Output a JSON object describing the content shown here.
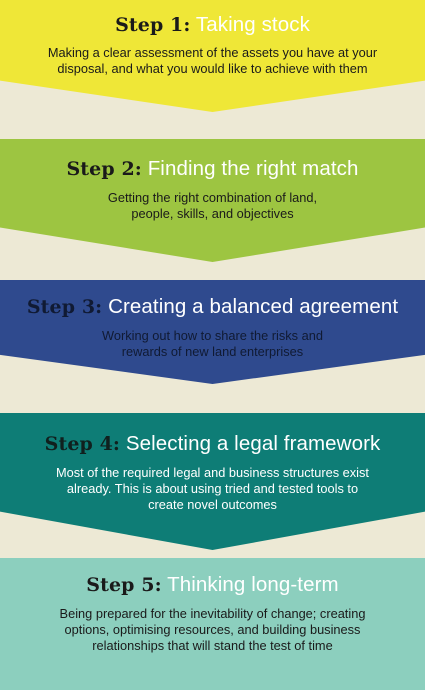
{
  "steps": [
    {
      "number": "Step 1:",
      "name": "Taking stock",
      "description": "Making a clear assessment of the assets you have at your\ndisposal, and what you would like to achieve with them",
      "color": "#efe737"
    },
    {
      "number": "Step 2:",
      "name": "Finding the right match",
      "description": "Getting the right combination of land,\npeople, skills, and objectives",
      "color": "#9dc541"
    },
    {
      "number": "Step 3:",
      "name": "Creating a balanced agreement",
      "description": "Working out how to share the risks and\nrewards of new land enterprises",
      "color": "#2f4a8e"
    },
    {
      "number": "Step 4:",
      "name": "Selecting a legal framework",
      "description": "Most of the required legal and business structures exist\nalready.  This is about using tried and tested tools to\ncreate novel outcomes",
      "color": "#0e7d76"
    },
    {
      "number": "Step 5:",
      "name": "Thinking long-term",
      "description": "Being prepared for the inevitability of change; creating\noptions, optimising resources, and building business\nrelationships that will stand the test of time",
      "color": "#8ccfbe"
    }
  ]
}
